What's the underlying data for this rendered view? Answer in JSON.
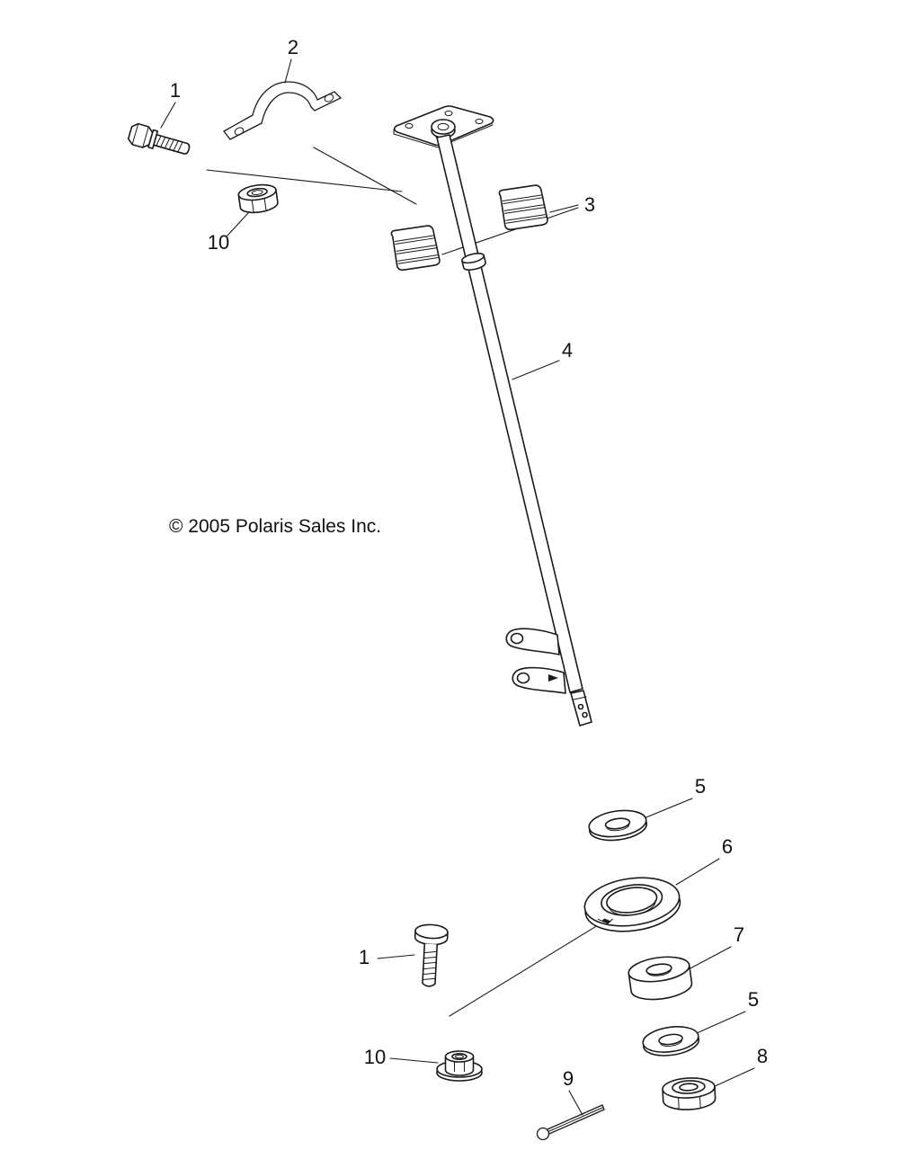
{
  "diagram": {
    "copyright": "© 2005 Polaris Sales Inc.",
    "colors": {
      "ink": "#1a1a1a",
      "background": "#ffffff"
    },
    "callouts": [
      {
        "part": "bolt-top",
        "label": "1"
      },
      {
        "part": "clamp",
        "label": "2"
      },
      {
        "part": "nut-top",
        "label": "10"
      },
      {
        "part": "bushing-halves",
        "label": "3"
      },
      {
        "part": "steering-post",
        "label": "4"
      },
      {
        "part": "washer-upper",
        "label": "5"
      },
      {
        "part": "dust-cover",
        "label": "6"
      },
      {
        "part": "bolt-lower",
        "label": "1"
      },
      {
        "part": "pivot-bushing",
        "label": "7"
      },
      {
        "part": "washer-lower",
        "label": "5"
      },
      {
        "part": "flange-nut",
        "label": "10"
      },
      {
        "part": "cotter-pin",
        "label": "9"
      },
      {
        "part": "lock-nut",
        "label": "8"
      }
    ]
  }
}
